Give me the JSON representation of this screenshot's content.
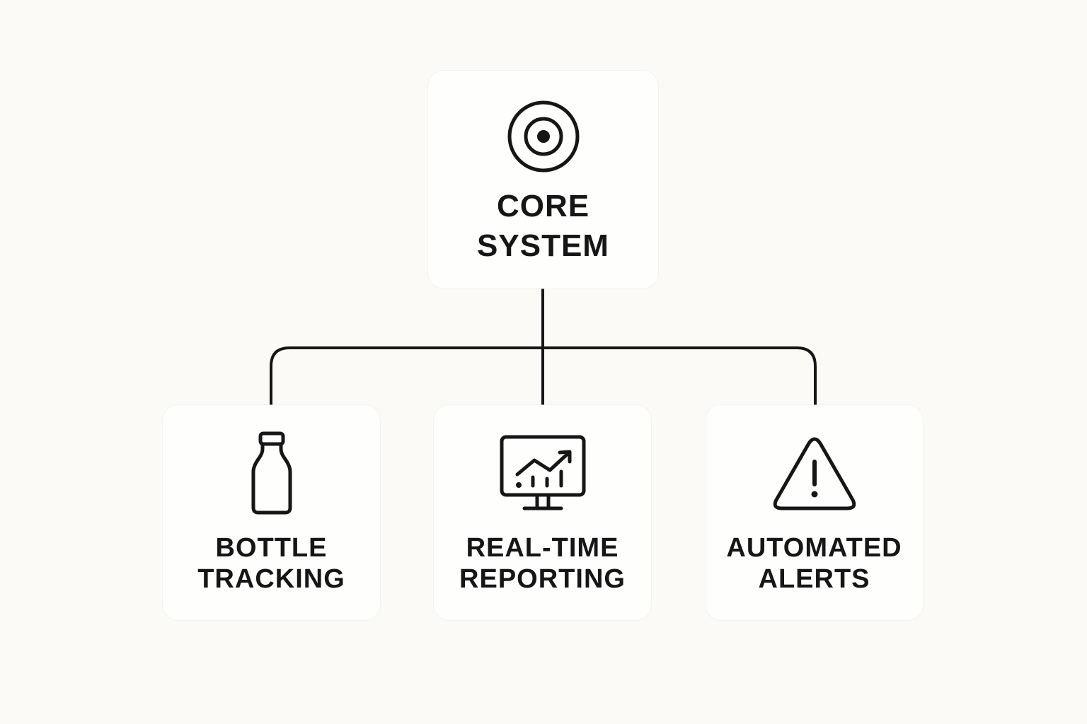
{
  "diagram": {
    "type": "hierarchy",
    "root": {
      "id": "core",
      "icon": "target-icon",
      "label_lines": [
        "CORE",
        "SYSTEM"
      ]
    },
    "children": [
      {
        "id": "c1",
        "icon": "bottle-icon",
        "label_lines": [
          "BOTTLE",
          "TRACKING"
        ]
      },
      {
        "id": "c2",
        "icon": "monitor-chart-icon",
        "label_lines": [
          "REAL-TIME",
          "REPORTING"
        ]
      },
      {
        "id": "c3",
        "icon": "warning-triangle-icon",
        "label_lines": [
          "AUTOMATED",
          "ALERTS"
        ]
      }
    ],
    "colors": {
      "background": "#fbfaf7",
      "card": "#fefefd",
      "stroke": "#161616"
    }
  }
}
